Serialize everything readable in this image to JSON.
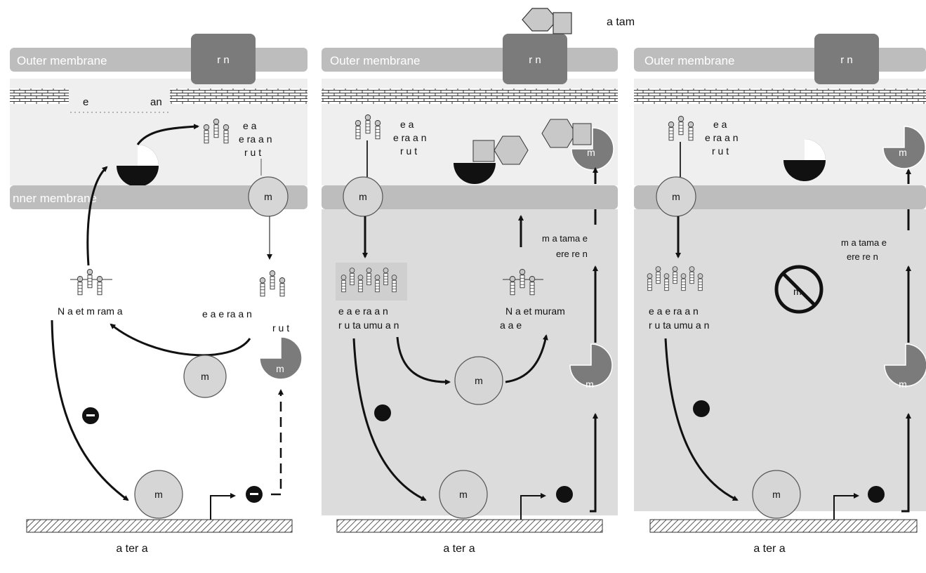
{
  "ambient_label": "a  tam",
  "panels": [
    {
      "outer_membrane": "Outer membrane",
      "porin": "r n",
      "peptidoglycan_gap": "e",
      "peptidoglycan_gap_right": "an",
      "periplasm_fragment": [
        "e   a",
        "e ra a   n",
        "r  u t"
      ],
      "inner_membrane": "nner membrane",
      "ampG_top": "m",
      "muropeptide_left": "N a et  m ram  a",
      "muropeptide_right": [
        "e   a     e ra a   n",
        "r  u t"
      ],
      "ampD_circle": "m",
      "ampC_circle": "m",
      "ampR": "m",
      "chromosome": "a  ter  a"
    },
    {
      "outer_membrane": "Outer membrane",
      "porin": "r n",
      "periplasm_fragment": [
        "e   a",
        "e ra a   n",
        "r  u t"
      ],
      "ampG_top": "m",
      "fragments_label": [
        "e   a     e ra a   n",
        "r  u ta  umu a n"
      ],
      "muropeptide_label": [
        "N a et  muram",
        "a           a e"
      ],
      "ampD_circle": "m",
      "pbp_label": [
        "m       a tama e",
        "ere  re     n"
      ],
      "ampC_peri": "m",
      "ampC_cyto": "m",
      "ampR": "m",
      "chromosome": "a  ter  a"
    },
    {
      "outer_membrane": "Outer membrane",
      "porin": "r n",
      "periplasm_fragment": [
        "e   a",
        "e ra a   n",
        "r  u t"
      ],
      "ampG_top": "m",
      "fragments_label": [
        "e   a     e ra a   n",
        "r  u ta  umu a n"
      ],
      "ampD_blocked": "m",
      "pbp_label": [
        "m       a tama e",
        "ere  re     n"
      ],
      "ampC_peri": "m",
      "ampC_cyto": "m",
      "ampR": "m",
      "chromosome": "a  ter  a"
    }
  ]
}
